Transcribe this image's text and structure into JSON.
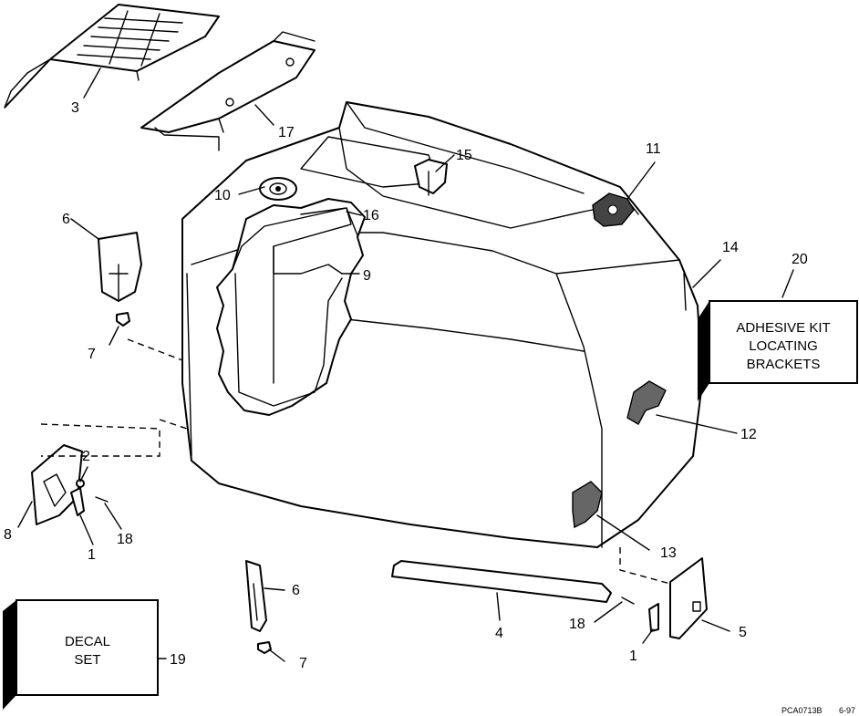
{
  "callouts": {
    "c1a": "1",
    "c1b": "1",
    "c2": "2",
    "c3": "3",
    "c4": "4",
    "c5": "5",
    "c6a": "6",
    "c6b": "6",
    "c7a": "7",
    "c7b": "7",
    "c8": "8",
    "c9": "9",
    "c10": "10",
    "c11": "11",
    "c12": "12",
    "c13": "13",
    "c14": "14",
    "c15": "15",
    "c16": "16",
    "c17": "17",
    "c18a": "18",
    "c18b": "18",
    "c19": "19",
    "c20": "20"
  },
  "boxes": {
    "adhesive_kit": {
      "line1": "ADHESIVE KIT",
      "line2": "LOCATING",
      "line3": "BRACKETS"
    },
    "decal_set": {
      "line1": "DECAL",
      "line2": "SET"
    }
  },
  "footer": {
    "code": "PCA0713B",
    "date": "6-97"
  }
}
